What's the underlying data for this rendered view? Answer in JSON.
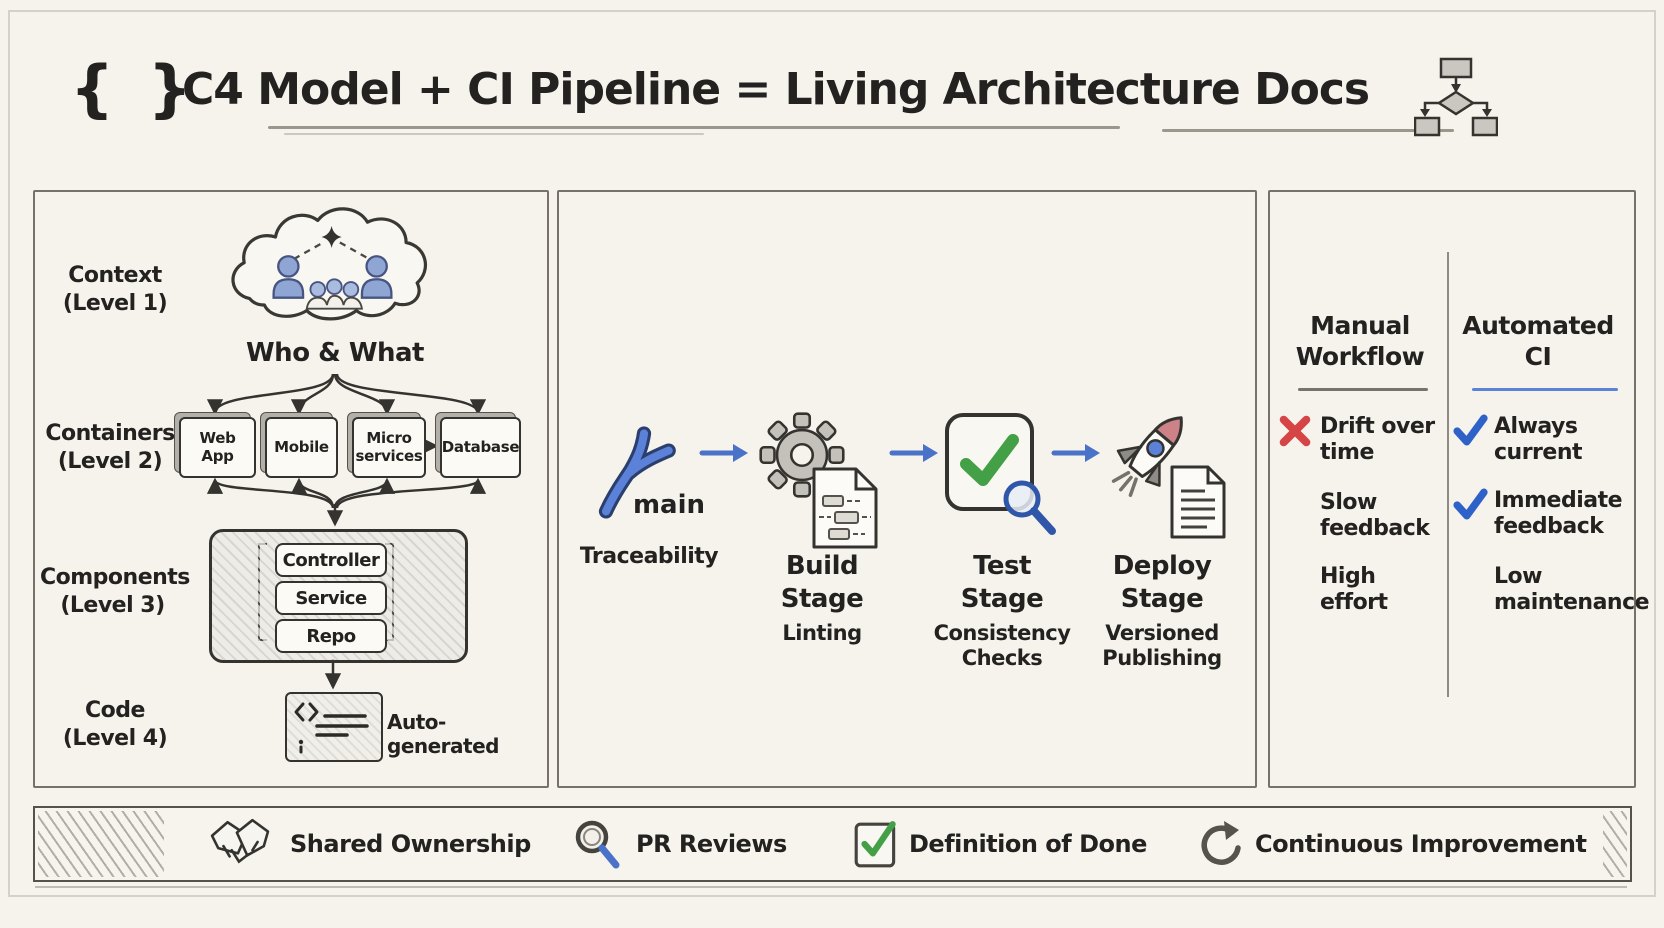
{
  "title": {
    "braces": "{ }",
    "text": "C4 Model + CI Pipeline = Living Architecture Docs",
    "icon": "flowchart-icon"
  },
  "c4": {
    "levels": [
      {
        "name": "Context",
        "level": "(Level 1)"
      },
      {
        "name": "Containers",
        "level": "(Level 2)"
      },
      {
        "name": "Components",
        "level": "(Level 3)"
      },
      {
        "name": "Code",
        "level": "(Level 4)"
      }
    ],
    "cloud_caption": "Who & What",
    "containers": [
      "Web App",
      "Mobile",
      "Micro services",
      "Database"
    ],
    "components": [
      "Controller",
      "Service",
      "Repo"
    ],
    "code_note": "Auto-generated"
  },
  "pipeline": {
    "branch_label": "main",
    "source_caption": "Traceability",
    "stages": [
      {
        "icon": "gear-document-icon",
        "title": "Build Stage",
        "subtitle": "Linting"
      },
      {
        "icon": "checkmark-magnifier-icon",
        "title": "Test Stage",
        "subtitle": "Consistency Checks"
      },
      {
        "icon": "rocket-document-icon",
        "title": "Deploy Stage",
        "subtitle": "Versioned Publishing"
      }
    ]
  },
  "comparison": {
    "manual": {
      "title": "Manual Workflow",
      "items": [
        {
          "marker": "cross",
          "text": "Drift over time"
        },
        {
          "marker": "none",
          "text": "Slow feedback"
        },
        {
          "marker": "none",
          "text": "High effort"
        }
      ]
    },
    "automated": {
      "title": "Automated CI",
      "items": [
        {
          "marker": "check",
          "text": "Always current"
        },
        {
          "marker": "check",
          "text": "Immediate feedback"
        },
        {
          "marker": "none",
          "text": "Low maintenance"
        }
      ]
    }
  },
  "footer": {
    "items": [
      {
        "icon": "handshake-icon",
        "label": "Shared Ownership"
      },
      {
        "icon": "magnifying-glass-icon",
        "label": "PR Reviews"
      },
      {
        "icon": "checked-box-icon",
        "label": "Definition of Done"
      },
      {
        "icon": "circular-arrow-icon",
        "label": "Continuous Improvement"
      }
    ]
  },
  "colors": {
    "paper": "#f5f3ec",
    "ink": "#242220",
    "accent_blue": "#4a72c8",
    "check_green": "#43a047",
    "cross_red": "#d64545",
    "panel_border": "#76726a"
  }
}
